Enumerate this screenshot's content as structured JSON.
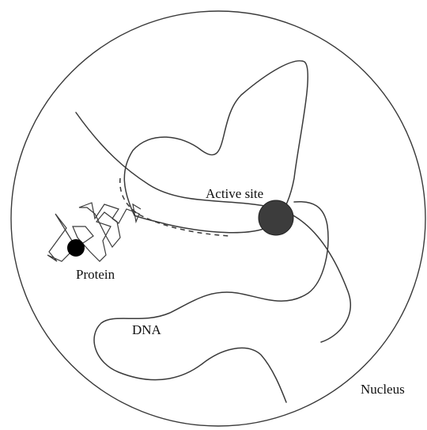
{
  "labels": {
    "active_site": "Active site",
    "protein": "Protein",
    "dna": "DNA",
    "nucleus": "Nucleus"
  },
  "colors": {
    "line": "#3a3a3a",
    "active_site_fill": "#3c3c3c",
    "protein_dot": "#000000",
    "background": "#ffffff"
  }
}
